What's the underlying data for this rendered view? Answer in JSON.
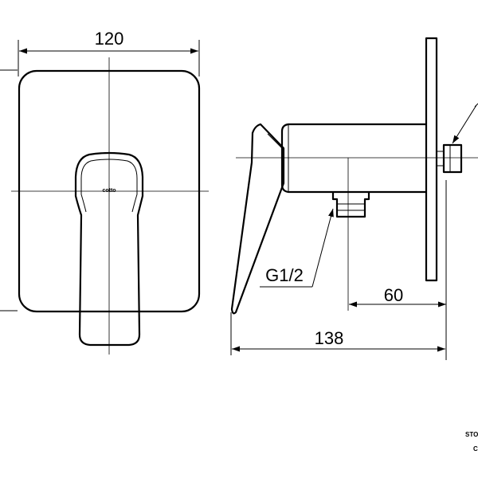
{
  "dimensions": {
    "width_front": "120",
    "depth_total": "138",
    "depth_body": "60",
    "thread": "G1/2"
  },
  "logo": "cotto",
  "corner_note": {
    "line1": "STO",
    "line2": "C"
  }
}
